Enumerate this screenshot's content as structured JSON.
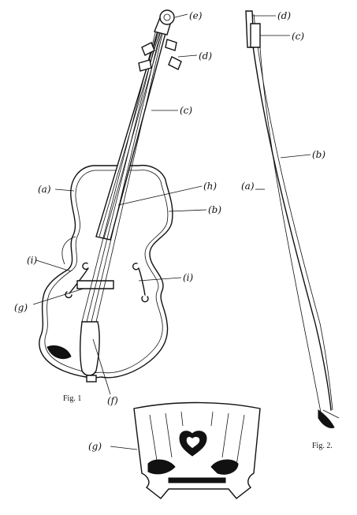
{
  "figures": {
    "fig1_caption": "Fig. 1",
    "fig2_caption": "Fig. 2."
  },
  "violin_labels": {
    "e": "(e)",
    "d": "(d)",
    "c": "(c)",
    "h": "(h)",
    "a": "(a)",
    "b": "(b)",
    "i_left": "(i)",
    "i_right": "(i)",
    "g": "(g)",
    "f": "(f)"
  },
  "bow_labels": {
    "d": "(d)",
    "c": "(c)",
    "b": "(b)",
    "a": "(a)"
  },
  "bridge_labels": {
    "g": "(g)"
  }
}
